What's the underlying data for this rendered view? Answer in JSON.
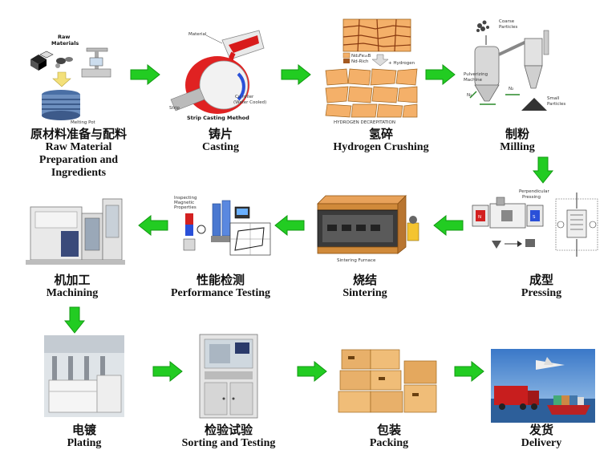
{
  "steps": [
    {
      "zh": "原材料准备与配料",
      "en_lines": [
        "Raw Material",
        "Preparation and",
        "Ingredients"
      ],
      "sublabels": {
        "raw": "Raw",
        "materials": "Materials",
        "pot": "Melting Pot"
      }
    },
    {
      "zh": "铸片",
      "en": "Casting",
      "sublabels": {
        "material": "Material",
        "strip": "Strip",
        "curoller": "Cu roller",
        "cooled": "(Water Cooled)",
        "method": "Strip Casting Method"
      }
    },
    {
      "zh": "氢碎",
      "en": "Hydrogen  Crushing",
      "sublabels": {
        "a": "Nd₂Fe₁₄B",
        "b": "Nd-Rich",
        "h": "+ Hydrogen",
        "dec": "HYDROGEN DECREPITATION"
      }
    },
    {
      "zh": "制粉",
      "en": "Milling",
      "sublabels": {
        "coarse": "Coarse",
        "particles": "Particles",
        "pulverizing": "Pulverizing",
        "machine": "Machine",
        "small": "Small",
        "small2": "Particles",
        "n2": "N₂"
      }
    },
    {
      "zh": "成型",
      "en": "Pressing",
      "sublabels": {
        "perp": "Perpendicular",
        "press": "Pressing"
      }
    },
    {
      "zh": "烧结",
      "en": "Sintering",
      "sublabels": {
        "furnace": "Sintering Furnace"
      }
    },
    {
      "zh": "性能检测",
      "en": "Performance Testing",
      "sublabels": {
        "l1": "Inspecting",
        "l2": "Magnetic",
        "l3": "Properties"
      }
    },
    {
      "zh": "机加工",
      "en": "Machining"
    },
    {
      "zh": "电镀",
      "en": "Plating"
    },
    {
      "zh": "检验试验",
      "en": "Sorting and Testing"
    },
    {
      "zh": "包装",
      "en": "Packing"
    },
    {
      "zh": "发货",
      "en": "Delivery"
    }
  ],
  "colors": {
    "arrow": "#22cc22",
    "arrow_edge": "#119911"
  },
  "icons": [
    "raw-material-icon",
    "strip-casting-icon",
    "hydrogen-crushing-icon",
    "milling-icon",
    "pressing-icon",
    "sintering-icon",
    "performance-testing-icon",
    "machining-icon",
    "plating-icon",
    "sorting-testing-icon",
    "packing-icon",
    "delivery-icon"
  ]
}
